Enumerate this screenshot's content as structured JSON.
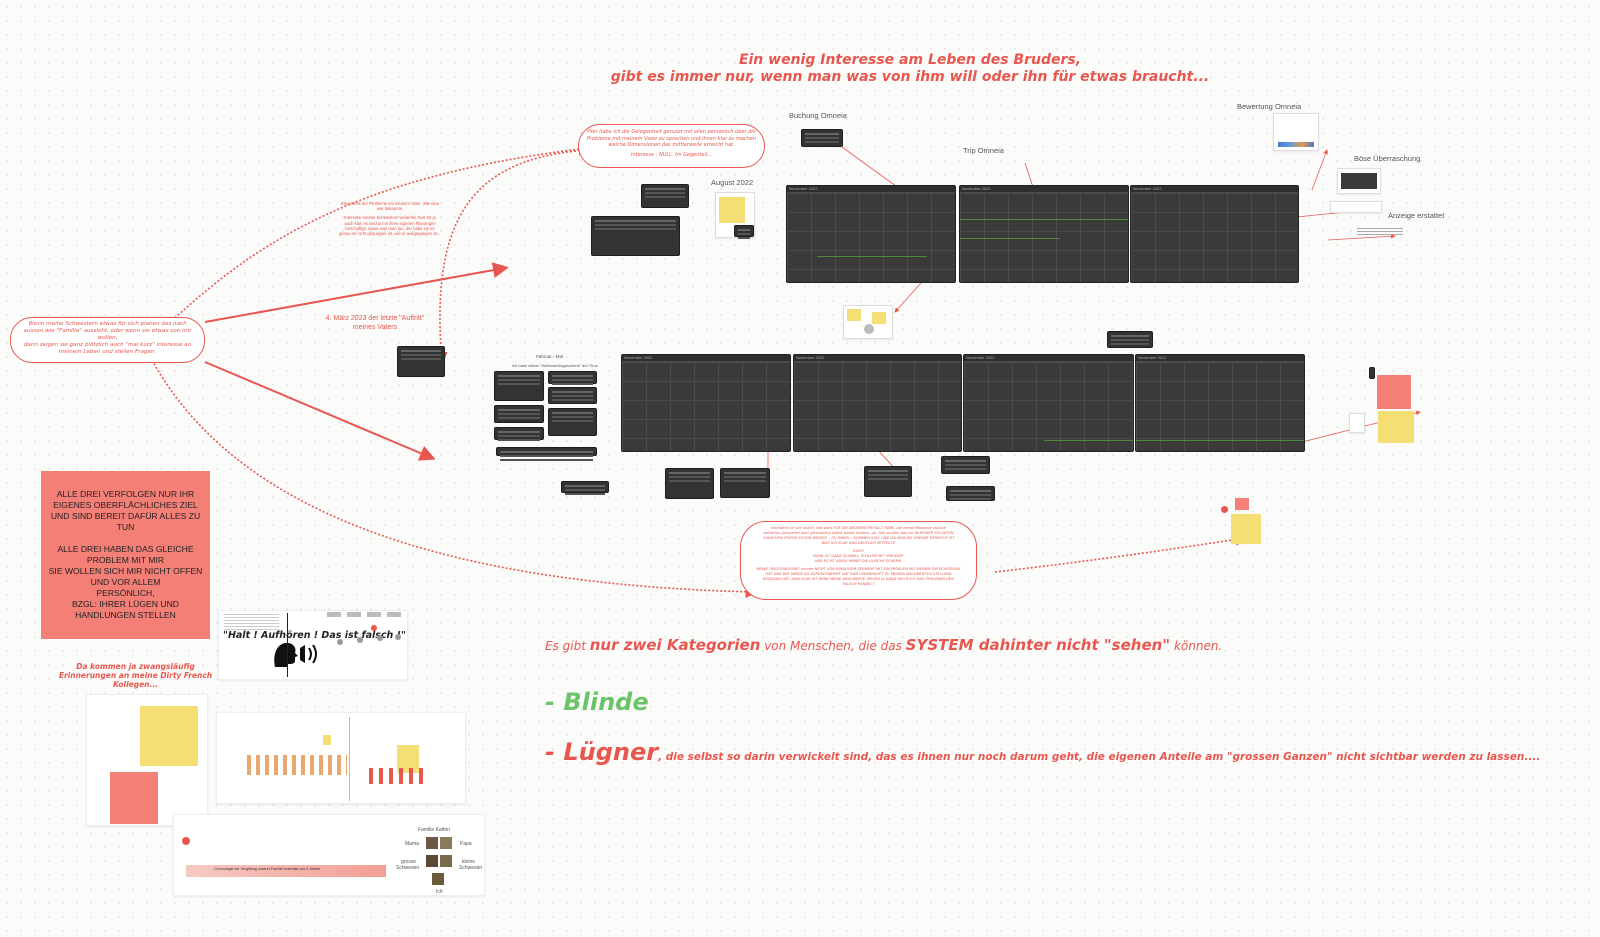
{
  "colors": {
    "accent_red": "#e8574f",
    "green": "#6cc46a",
    "salmon_box": "#f47f77",
    "sticky_yellow": "#f5df74",
    "calendar_dark": "#3a3a3a"
  },
  "header": {
    "line1": "Ein wenig Interesse am Leben des Bruders,",
    "line2": "gibt es immer nur, wenn man was von ihm will oder ihn für etwas braucht..."
  },
  "notes": {
    "left_oval": {
      "line1": "Wenn meine Schwestern etwas für sich planen das nach",
      "line2": "aussen wie \"Familie\" aussieht, oder wenn sie etwas von mir",
      "line3": "wollen,",
      "line4": "dann zeigen sie ganz plötzlich auch \"mal kurz\" Interesse an",
      "line5": "meinem Leben und stellen Fragen."
    },
    "top_oval": {
      "line1": "Hier habe ich die Gelegenheit genutzt mit allen persönlich über die",
      "line2": "Probleme mit meinem Vater zu sprechen und ihnen klar zu machen",
      "line3": "welche Dimensionen das mittlerweile erreicht hat.",
      "line4": "Interesse : NULL. Im Gegenteil..."
    },
    "bottom_oval": {
      "line1": "Nachdem ich wie üblich, fast alles FÜR DIE ANDEREN ERFÜLLT HABE, die meine Bitzwege zubuch",
      "line2": "weiterhin ignorieren aber gleichzeitig selbst weiter fordern, gb. hier wollten das ich IN MEINER SITUATION",
      "line3": "4 WOCHEN SPÄTER SCHON WIEDER ...ZU IHNEN ...KOMMEN SOLL UND DA WAR DIE GRENZE ERREICHT IST",
      "line4": "WAS ICH KLAR UND DEUTLICH MITTEILTE",
      "line5": "ZACK!",
      "line6": "DANN IST GANZ SCHNELL SCHLUSS MIT \"BRUDER\"",
      "line7": "UND ES IST ADIOS IMMER DIE GLEICHE SCHEMA.",
      "line8": "MEINE \"REUTERATIONE\" konnte NICHT VON JEMALIGEM SEGMENT MIT EIN PROBLEM MIT MEINER ENTSCHEIDUNG",
      "line9": "HAT UND WIE WIRDE SO ZURUECKNEHMT HAT NUN UEBERHAUPT ZU MEINEN ARGUMENTEN STELLUNG",
      "line10": "BEZOGEN HAT...WAS KLAR IST DENN MEINE ARGUMENTE ZEIGEN JA GANZ DEUTLICH DAS PERSONEN DEN",
      "line11": "FALSCH HANDELT"
    },
    "small_red_text": {
      "line1": "Erkenntnis der Probleme mit meinem Vater. Wie eine",
      "line2": "wer bekannte.",
      "line3": "Interesse meiner Schwestern weiterhin Null. Ist ja",
      "line4": "auch klar, es sind ja mit ihren eigenen Planungen",
      "line5": "beschäftigt, sowie was man tun, der habe sie es",
      "line6": "genau so nicht gepuegwe ist, wie er ausgegangen ist..."
    },
    "march_label": {
      "line1": "4. März 2023 der letzte \"Auftritt\"",
      "line2": "meines Vaters"
    },
    "dirty_french": {
      "line1": "Da kommen ja zwangsläufig",
      "line2": "Erinnerungen an meine Dirty French",
      "line3": "Kollegen..."
    },
    "salmon_box": {
      "line1": "ALLE DREI VERFOLGEN NUR IHR",
      "line2": "EIGENES OBERFLÄCHLICHES ZIEL",
      "line3": "UND SIND BEREIT DAFÜR ALLES ZU",
      "line4": "TUN",
      "line5": "ALLE DREI  HABEN DAS GLEICHE",
      "line6": "PROBLEM MIT MIR",
      "line7": "SIE WOLLEN SICH MIR NICHT OFFEN",
      "line8": "UND VOR ALLEM",
      "line9": "PERSÖNLICH,",
      "line10": "BZGL: IHRER LÜGEN UND",
      "line11": "HANDLUNGEN  STELLEN"
    },
    "halt_quote": "\"Halt ! Aufhören ! Das ist falsch !\""
  },
  "labels": {
    "buchung": "Buchung Omneia",
    "trip": "Trip Omneia",
    "bewertung": "Bewertung Omneia",
    "boese": "Böse Überraschung",
    "anzeige": "Anzeige erstattet",
    "august": "August 2022",
    "februar": "Februar - Mai",
    "februar_sub": "ich habe selber \"Weihnachtsgeschenk\" am Thus",
    "familie": "Familie Kattrin",
    "mama": "Mama",
    "papa": "Papa",
    "grosse": "grosse",
    "grosse2": "Schwester",
    "kleine": "kleine",
    "kleine2": "Schwester",
    "ich": "Ich",
    "timeline_bar": "Chronologie der Vergiftung unserer Familie innerhalb von 4 Jahren"
  },
  "calendar": {
    "month": "November 2022"
  },
  "statement": {
    "prefix": "Es gibt ",
    "bold1": "nur zwei Kategorien",
    "mid": " von Menschen, die das ",
    "bold2": "SYSTEM dahinter nicht \"sehen\"",
    "suffix": " können.",
    "item1": "- Blinde",
    "item2_head": "- Lügner",
    "item2_rest": ", die selbst so darin verwickelt sind, das es ihnen nur noch darum geht, die eigenen Anteile am \"grossen Ganzen\" nicht sichtbar werden zu lassen...."
  }
}
